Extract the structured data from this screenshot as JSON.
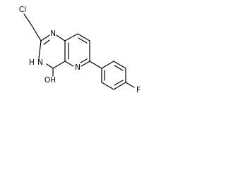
{
  "structure": {
    "atoms": {
      "chlorine": "Cl",
      "ring_n1": "N",
      "ring_nh": "H",
      "ring_n_amide": "N",
      "pyridine_n": "N",
      "hydroxyl": "OH",
      "fluorine": "F"
    }
  },
  "colors": {
    "bond": "#000000",
    "label": "#000000",
    "background": "#ffffff"
  }
}
